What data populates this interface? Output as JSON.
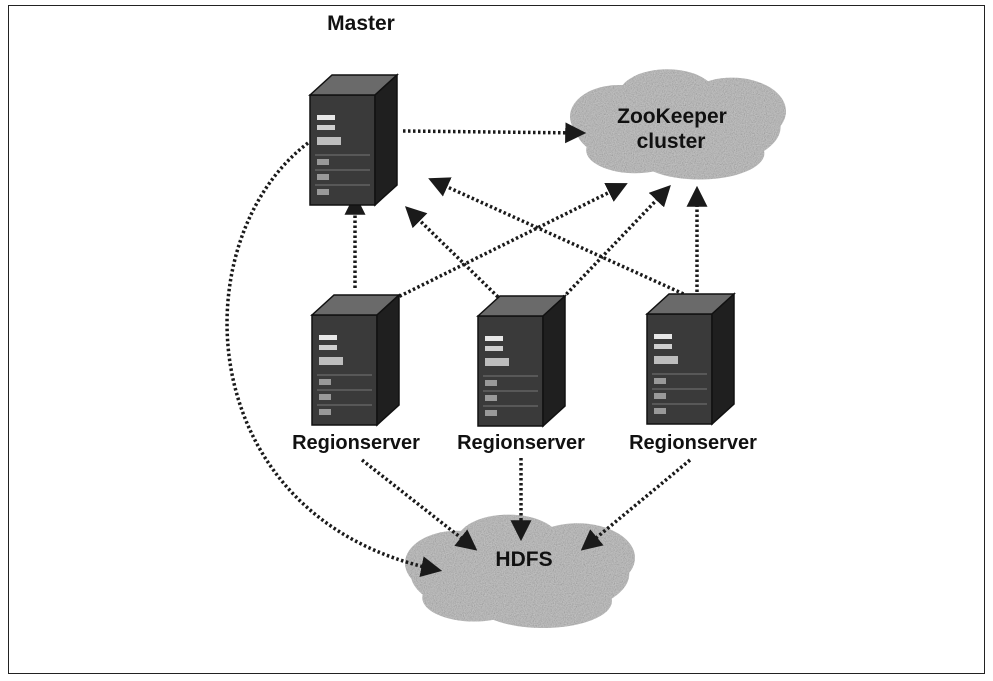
{
  "nodes": {
    "master": {
      "label": "Master",
      "icon": "server-icon"
    },
    "zookeeper": {
      "label_line1": "ZooKeeper",
      "label_line2": "cluster",
      "icon": "cloud-icon"
    },
    "regionservers": [
      {
        "label": "Regionserver",
        "icon": "server-icon"
      },
      {
        "label": "Regionserver",
        "icon": "server-icon"
      },
      {
        "label": "Regionserver",
        "icon": "server-icon"
      }
    ],
    "hdfs": {
      "label": "HDFS",
      "icon": "cloud-icon"
    }
  },
  "edges": [
    {
      "from": "Master",
      "to": "ZooKeeper cluster"
    },
    {
      "from": "Master",
      "to": "HDFS"
    },
    {
      "from": "Regionserver 1",
      "to": "Master"
    },
    {
      "from": "Regionserver 2",
      "to": "Master"
    },
    {
      "from": "Regionserver 3",
      "to": "Master"
    },
    {
      "from": "Regionserver 1",
      "to": "ZooKeeper cluster"
    },
    {
      "from": "Regionserver 2",
      "to": "ZooKeeper cluster"
    },
    {
      "from": "Regionserver 3",
      "to": "ZooKeeper cluster"
    },
    {
      "from": "Regionserver 1",
      "to": "HDFS"
    },
    {
      "from": "Regionserver 2",
      "to": "HDFS"
    },
    {
      "from": "Regionserver 3",
      "to": "HDFS"
    }
  ],
  "colors": {
    "line": "#1a1a1a",
    "server_dark": "#2b2b2b",
    "cloud": "#c4c4c4"
  }
}
